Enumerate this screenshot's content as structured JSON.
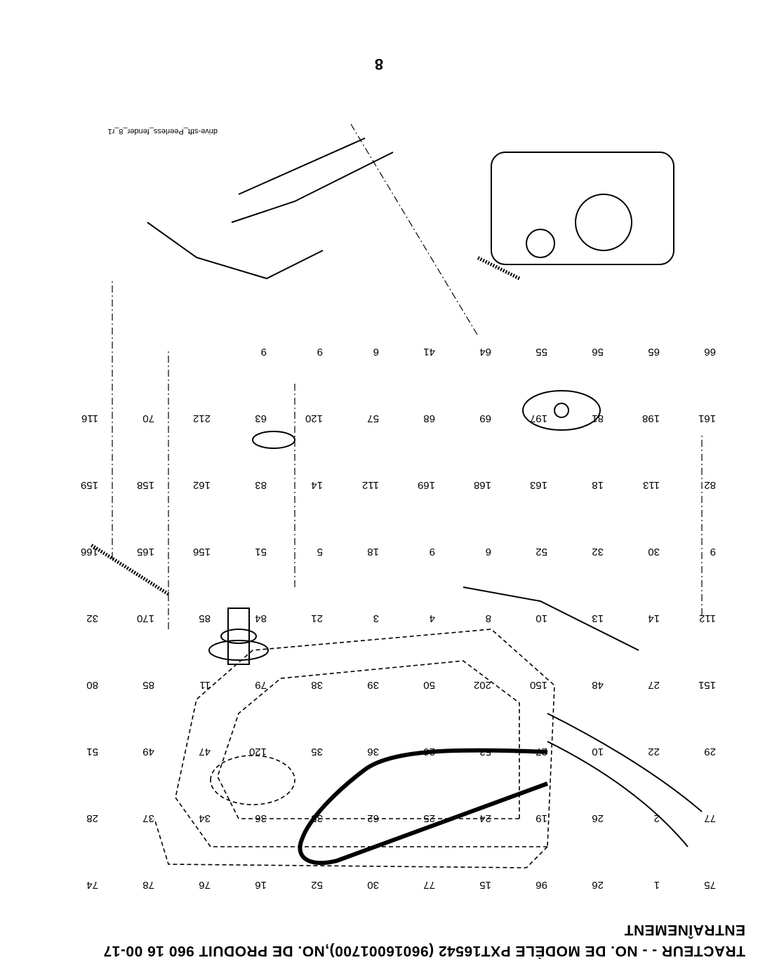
{
  "header": {
    "title_line1": "TRACTEUR - - NO. DE MODÈLE PXT16542 (96016001700),NO. DE PRODUIT 960 16 00-17",
    "title_line2": "ENTRAÎNEMENT",
    "page_number": "8",
    "file_name": "drive-stft_Peerless_fender_8_r1"
  },
  "callouts": [
    "75",
    "1",
    "26",
    "96",
    "15",
    "77",
    "30",
    "52",
    "16",
    "76",
    "78",
    "74",
    "77",
    "2",
    "26",
    "19",
    "24",
    "25",
    "62",
    "35",
    "36",
    "34",
    "37",
    "28",
    "29",
    "22",
    "10",
    "27",
    "53",
    "26",
    "36",
    "35",
    "120",
    "47",
    "49",
    "51",
    "151",
    "27",
    "48",
    "150",
    "202",
    "50",
    "39",
    "38",
    "79",
    "11",
    "85",
    "80",
    "112",
    "14",
    "13",
    "10",
    "8",
    "4",
    "3",
    "21",
    "84",
    "85",
    "170",
    "32",
    "9",
    "30",
    "32",
    "52",
    "6",
    "9",
    "18",
    "5",
    "51",
    "156",
    "165",
    "166",
    "82",
    "113",
    "18",
    "163",
    "168",
    "169",
    "112",
    "14",
    "83",
    "162",
    "158",
    "159",
    "161",
    "198",
    "81",
    "197",
    "69",
    "68",
    "57",
    "120",
    "63",
    "212",
    "70",
    "116",
    "66",
    "65",
    "56",
    "55",
    "64",
    "41",
    "6",
    "9",
    "9"
  ]
}
